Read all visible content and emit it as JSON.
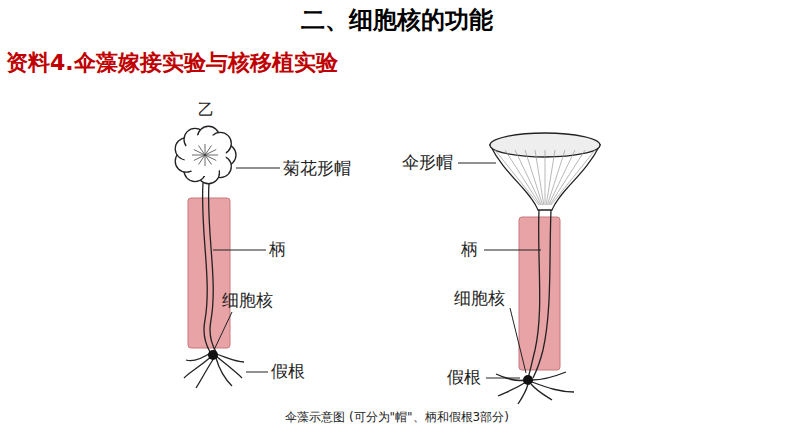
{
  "diagram": {
    "title": "二、细胞核的功能",
    "caption": "伞藻示意图 (可分为\"帽\"、柄和假根3部分)",
    "labels": [
      "资料4.伞藻嫁接实验与核移植实验",
      "乙",
      "菊花形帽",
      "柄",
      "细胞核",
      "假根",
      "伞形帽",
      "柄",
      "细胞核",
      "假根"
    ]
  }
}
